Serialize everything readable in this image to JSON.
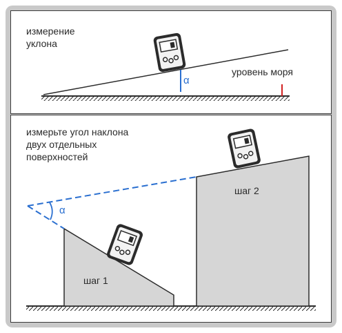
{
  "top_panel": {
    "title_line1": "измерение",
    "title_line2": "уклона",
    "sea_level_label": "уровень моря",
    "angle_symbol": "α"
  },
  "bottom_panel": {
    "title_line1": "измерьте угол наклона",
    "title_line2": "двух отдельных",
    "title_line3": "поверхностей",
    "step1_label": "шаг 1",
    "step2_label": "шаг 2",
    "angle_symbol": "α"
  },
  "colors": {
    "accent_blue": "#2a6fd0",
    "sea_level_red": "#d22020",
    "block_fill": "#d6d6d6",
    "device_body": "#2b2b2b"
  }
}
